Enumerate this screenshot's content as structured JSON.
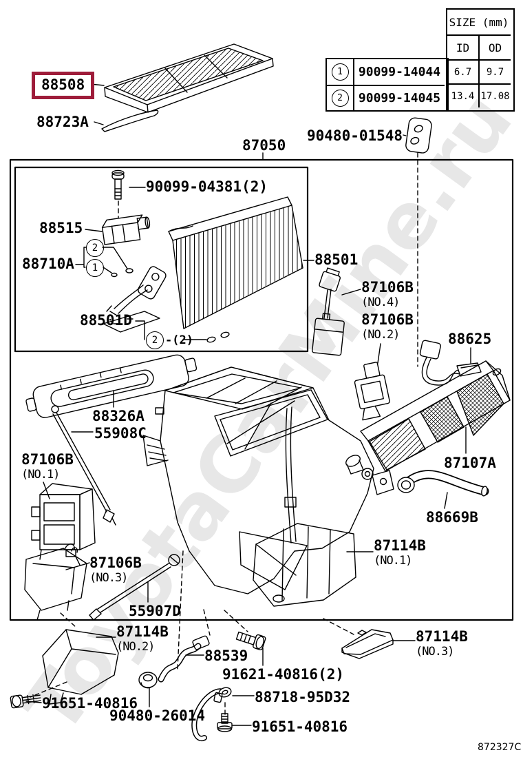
{
  "watermark": "ToyotaCarMine.ru",
  "drawing_code": "872327C",
  "colors": {
    "line": "#000000",
    "highlight_box": "#9e1c3a",
    "watermark": "#e7e7e7"
  },
  "size_table": {
    "title": "SIZE (mm)",
    "columns": {
      "id": "ID",
      "od": "OD"
    },
    "rows": [
      {
        "badge": "1",
        "part_number": "90099-14044",
        "id": "6.7",
        "od": "9.7"
      },
      {
        "badge": "2",
        "part_number": "90099-14045",
        "id": "13.4",
        "od": "17.08"
      }
    ]
  },
  "callouts": {
    "c88508": {
      "part": "88508",
      "highlighted": true
    },
    "c88723a": {
      "part": "88723A"
    },
    "c90480_01548": {
      "part": "90480-01548"
    },
    "c87050": {
      "part": "87050"
    },
    "c90099_04381": {
      "part": "90099-04381(2)"
    },
    "c88515": {
      "part": "88515"
    },
    "c88710a": {
      "part": "88710A"
    },
    "c88501": {
      "part": "88501"
    },
    "c88501d": {
      "part": "88501D"
    },
    "c87106b_no4": {
      "part": "87106B",
      "note": "(NO.4)"
    },
    "c87106b_no2": {
      "part": "87106B",
      "note": "(NO.2)"
    },
    "c88625": {
      "part": "88625"
    },
    "c88326a": {
      "part": "88326A"
    },
    "c55908c": {
      "part": "55908C"
    },
    "c87106b_no1": {
      "part": "87106B",
      "note": "(NO.1)"
    },
    "c87107a": {
      "part": "87107A"
    },
    "c88669b": {
      "part": "88669B"
    },
    "c87114b_no1": {
      "part": "87114B",
      "note": "(NO.1)"
    },
    "c87106b_no3": {
      "part": "87106B",
      "note": "(NO.3)"
    },
    "c55907d": {
      "part": "55907D"
    },
    "c87114b_no2": {
      "part": "87114B",
      "note": "(NO.2)"
    },
    "c88539": {
      "part": "88539"
    },
    "c91621_40816": {
      "part": "91621-40816(2)"
    },
    "c87114b_no3": {
      "part": "87114B",
      "note": "(NO.3)"
    },
    "c91651_40816_left": {
      "part": "91651-40816"
    },
    "c90480_26014": {
      "part": "90480-26014"
    },
    "c88718_95d32": {
      "part": "88718-95D32"
    },
    "c91651_40816_right": {
      "part": "91651-40816"
    }
  },
  "inline_markers": {
    "badge_1": "1",
    "badge_2": "2",
    "qty_note": "-(2)"
  }
}
